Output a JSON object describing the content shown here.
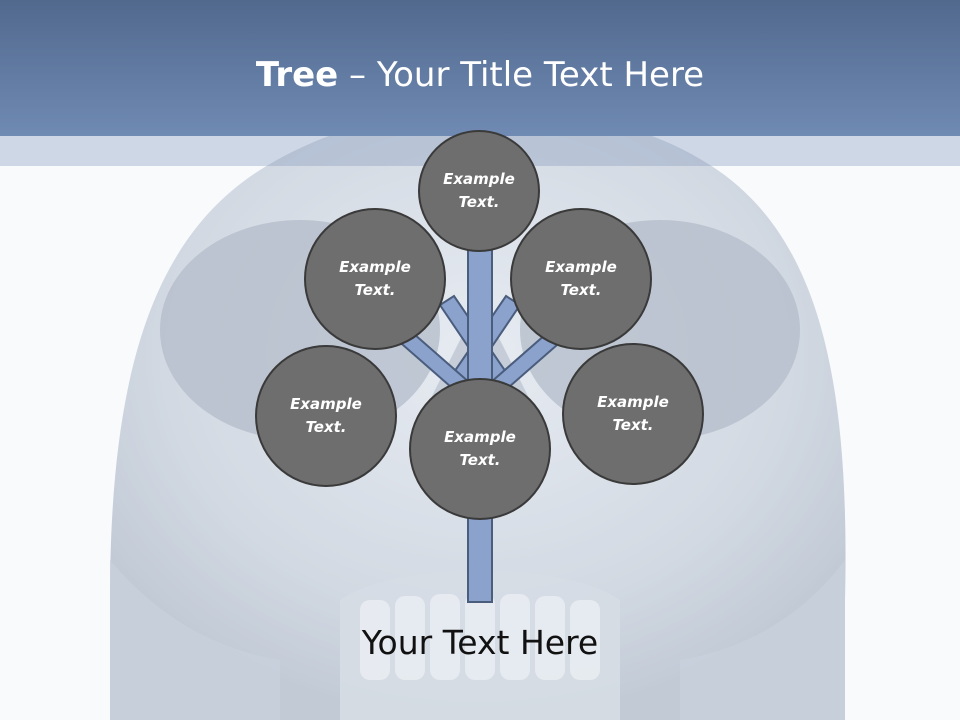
{
  "title": {
    "bold": "Tree",
    "rest": " – Your Title Text Here"
  },
  "nodes": [
    {
      "id": "top",
      "text": "Example\nText."
    },
    {
      "id": "upper-left",
      "text": "Example\nText."
    },
    {
      "id": "upper-right",
      "text": "Example\nText."
    },
    {
      "id": "lower-left",
      "text": "Example\nText."
    },
    {
      "id": "lower-right",
      "text": "Example\nText."
    },
    {
      "id": "center",
      "text": "Example\nText."
    }
  ],
  "bottom_text": "Your Text Here",
  "colors": {
    "header": "#5f7aa3",
    "node_fill": "#6e6e6e",
    "node_border": "#3a3a3a",
    "branch_fill": "#8aa2cc",
    "branch_stroke": "#4b5d7d"
  }
}
